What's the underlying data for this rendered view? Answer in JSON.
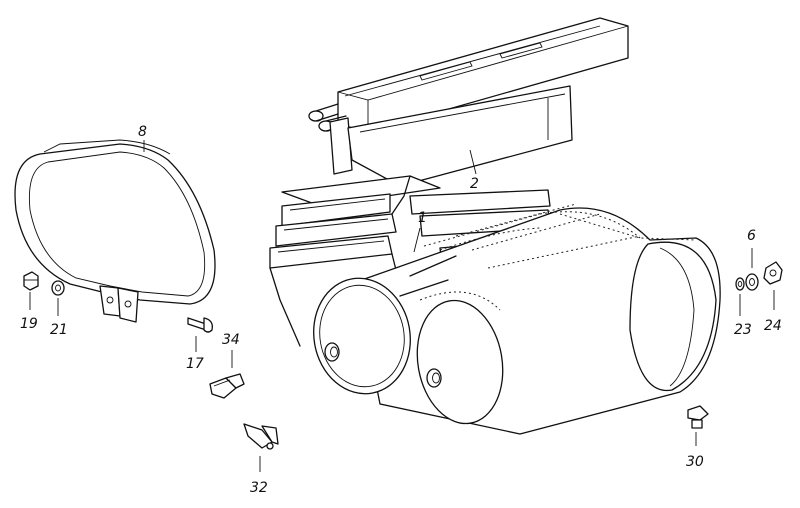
{
  "diagram": {
    "labels": {
      "l1": "1",
      "l2": "2",
      "l6": "6",
      "l8": "8",
      "l17": "17",
      "l19": "19",
      "l21": "21",
      "l23": "23",
      "l24": "24",
      "l30": "30",
      "l32": "32",
      "l34": "34"
    }
  }
}
